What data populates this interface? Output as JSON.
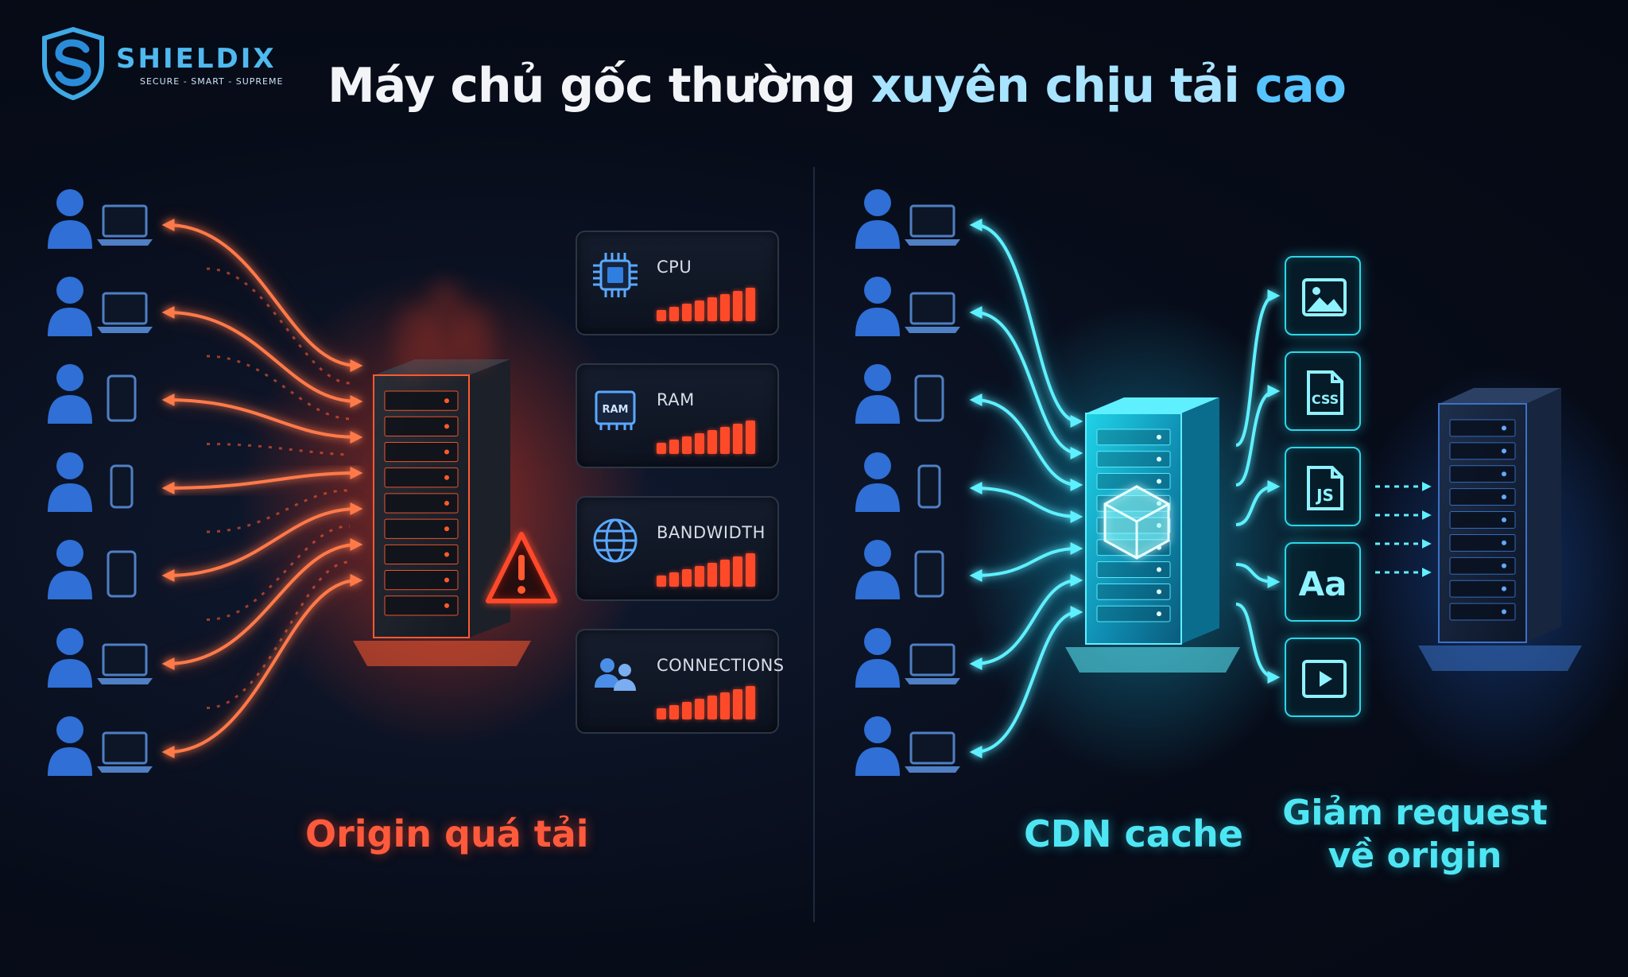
{
  "brand": {
    "name": "SHIELDIX",
    "tagline": "SECURE - SMART - SUPREME",
    "accent": "#4fb9f0"
  },
  "title": {
    "part1": "Máy chủ gốc thường ",
    "part2": "xuyên chịu tải ",
    "part3": "cao"
  },
  "origin_panel": {
    "caption": "Origin quá tải",
    "accent": "#ff4a2a",
    "clients": [
      "laptop",
      "laptop",
      "tablet",
      "phone",
      "tablet",
      "laptop",
      "laptop"
    ],
    "server_icon": "overheated-server-icon",
    "warning_icon": "warning-triangle-icon",
    "metrics": [
      {
        "label": "CPU",
        "icon": "cpu-chip-icon",
        "level": 0.95
      },
      {
        "label": "RAM",
        "icon": "ram-module-icon",
        "icon_text": "RAM",
        "level": 0.95
      },
      {
        "label": "BANDWIDTH",
        "icon": "globe-icon",
        "level": 0.95
      },
      {
        "label": "CONNECTIONS",
        "icon": "users-icon",
        "level": 0.95
      }
    ]
  },
  "cdn_panel": {
    "caption": "CDN cache",
    "reduce_caption": [
      "Giảm request",
      "về origin"
    ],
    "accent": "#2fe0f0",
    "clients": [
      "laptop",
      "laptop",
      "tablet",
      "phone",
      "tablet",
      "laptop",
      "laptop"
    ],
    "cdn_icon": "cdn-cube-icon",
    "cached_assets": [
      {
        "icon": "image-file-icon",
        "text": ""
      },
      {
        "icon": "css-file-icon",
        "text": "CSS"
      },
      {
        "icon": "js-file-icon",
        "text": "JS"
      },
      {
        "icon": "font-file-icon",
        "text": "Aa"
      },
      {
        "icon": "video-file-icon",
        "text": ""
      }
    ],
    "origin_icon": "origin-server-icon"
  }
}
